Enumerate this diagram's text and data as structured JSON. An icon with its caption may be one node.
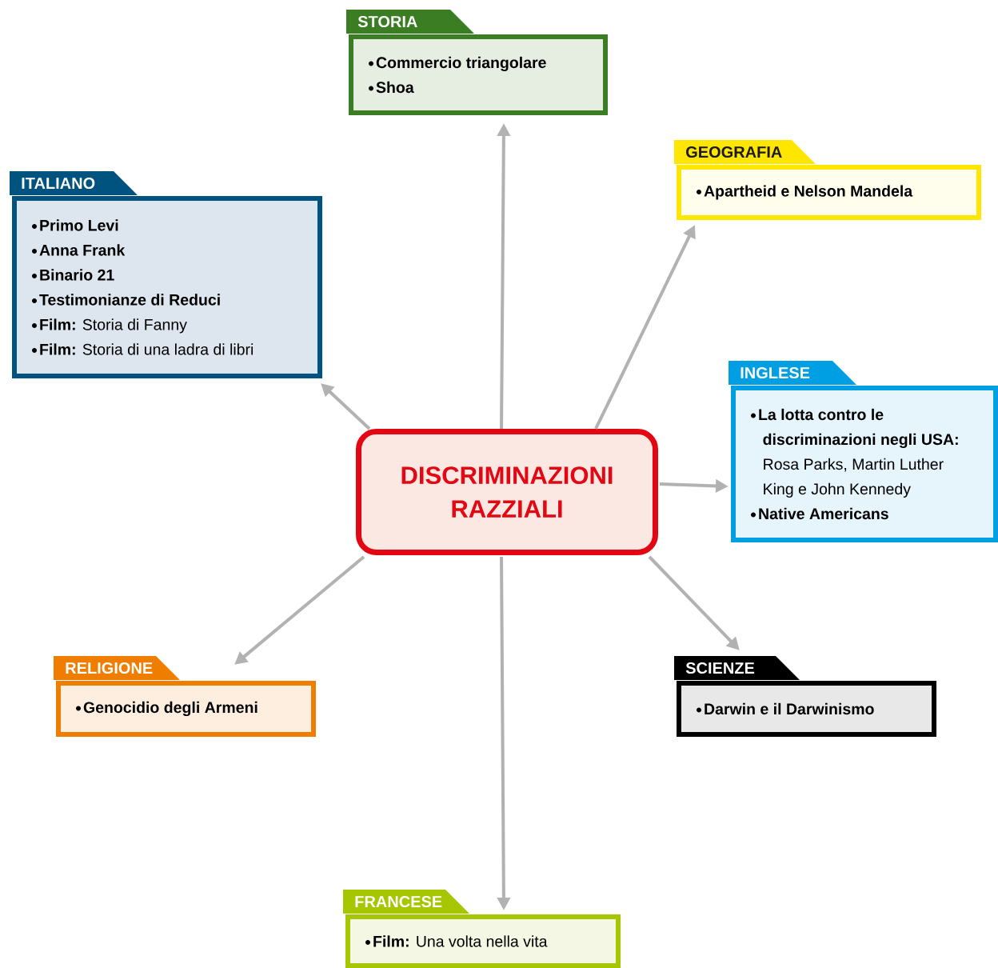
{
  "diagram": {
    "nodes": [
      {
        "text": [
          "DISCRIMINAZIONI RAZZIALI"
        ]
      },
      {
        "text": [
          "STORIA",
          "Commercio triangolare",
          "Shoa"
        ]
      },
      {
        "text": [
          "ITALIANO",
          "Primo Levi",
          "Anna Frank",
          "Binario 21",
          "Testimonianze di Reduci",
          "**Film:** Storia di Fanny",
          "**Film:** Storia di una ladra di libri"
        ]
      },
      {
        "text": [
          "GEOGRAFIA",
          "Apartheid e Nelson Mandela"
        ]
      },
      {
        "text": [
          "INGLESE",
          "**La lotta contro le discriminazioni negli USA:** Rosa Parks, Martin Luther King e John Kennedy",
          "Native Americans"
        ]
      },
      {
        "text": [
          "RELIGIONE",
          "Genocidio degli Armeni"
        ]
      },
      {
        "text": [
          "SCIENZE",
          "Darwin e il Darwinismo"
        ]
      },
      {
        "text": [
          "FRANCESE",
          "**Film:** Una volta nella vita"
        ]
      }
    ],
    "edges": [
      {
        "from": 0,
        "to": 1,
        "arrow": "to"
      },
      {
        "from": 0,
        "to": 2,
        "arrow": "to"
      },
      {
        "from": 0,
        "to": 3,
        "arrow": "to"
      },
      {
        "from": 0,
        "to": 4,
        "arrow": "to"
      },
      {
        "from": 0,
        "to": 5,
        "arrow": "to"
      },
      {
        "from": 0,
        "to": 6,
        "arrow": "to"
      },
      {
        "from": 0,
        "to": 7,
        "arrow": "to"
      }
    ]
  }
}
